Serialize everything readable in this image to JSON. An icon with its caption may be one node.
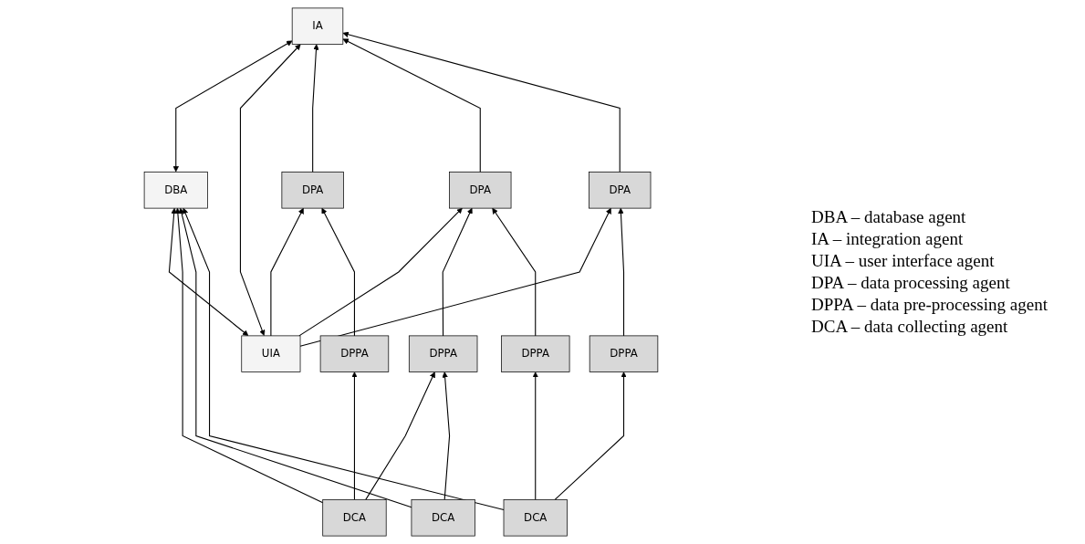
{
  "diagram": {
    "nodes": [
      {
        "text": [
          "DBA"
        ]
      },
      {
        "text": [
          "IA"
        ]
      },
      {
        "text": [
          "UIA"
        ]
      },
      {
        "text": [
          "DPA"
        ]
      },
      {
        "text": [
          "DPA"
        ]
      },
      {
        "text": [
          "DPA"
        ]
      },
      {
        "text": [
          "DPPA"
        ]
      },
      {
        "text": [
          "DPPA"
        ]
      },
      {
        "text": [
          "DPPA"
        ]
      },
      {
        "text": [
          "DPPA"
        ]
      },
      {
        "text": [
          "DCA"
        ]
      },
      {
        "text": [
          "DCA"
        ]
      },
      {
        "text": [
          "DCA"
        ]
      }
    ],
    "edges": [
      {
        "from": 0,
        "to": 1,
        "arrow": "both"
      },
      {
        "from": 2,
        "to": 0,
        "arrow": "both"
      },
      {
        "from": 2,
        "to": 1,
        "arrow": "both"
      },
      {
        "from": 3,
        "to": 1,
        "arrow": "to"
      },
      {
        "from": 4,
        "to": 1,
        "arrow": "to"
      },
      {
        "from": 5,
        "to": 1,
        "arrow": "to"
      },
      {
        "from": 2,
        "to": 3,
        "arrow": "to"
      },
      {
        "from": 2,
        "to": 4,
        "arrow": "to"
      },
      {
        "from": 2,
        "to": 5,
        "arrow": "to"
      },
      {
        "from": 6,
        "to": 3,
        "arrow": "to"
      },
      {
        "from": 7,
        "to": 4,
        "arrow": "to"
      },
      {
        "from": 8,
        "to": 4,
        "arrow": "to"
      },
      {
        "from": 9,
        "to": 5,
        "arrow": "to"
      },
      {
        "from": 10,
        "to": 6,
        "arrow": "to"
      },
      {
        "from": 10,
        "to": 7,
        "arrow": "to"
      },
      {
        "from": 10,
        "to": 0,
        "arrow": "to"
      },
      {
        "from": 11,
        "to": 7,
        "arrow": "to"
      },
      {
        "from": 11,
        "to": 0,
        "arrow": "to"
      },
      {
        "from": 12,
        "to": 8,
        "arrow": "to"
      },
      {
        "from": 12,
        "to": 9,
        "arrow": "to"
      },
      {
        "from": 12,
        "to": 0,
        "arrow": "to"
      }
    ],
    "labels": [
      "DBA – database agent",
      "IA – integration agent",
      "UIA – user interface agent",
      "DPA – data processing agent",
      "DPPA – data pre-processing agent",
      "DCA – data collecting agent"
    ]
  }
}
